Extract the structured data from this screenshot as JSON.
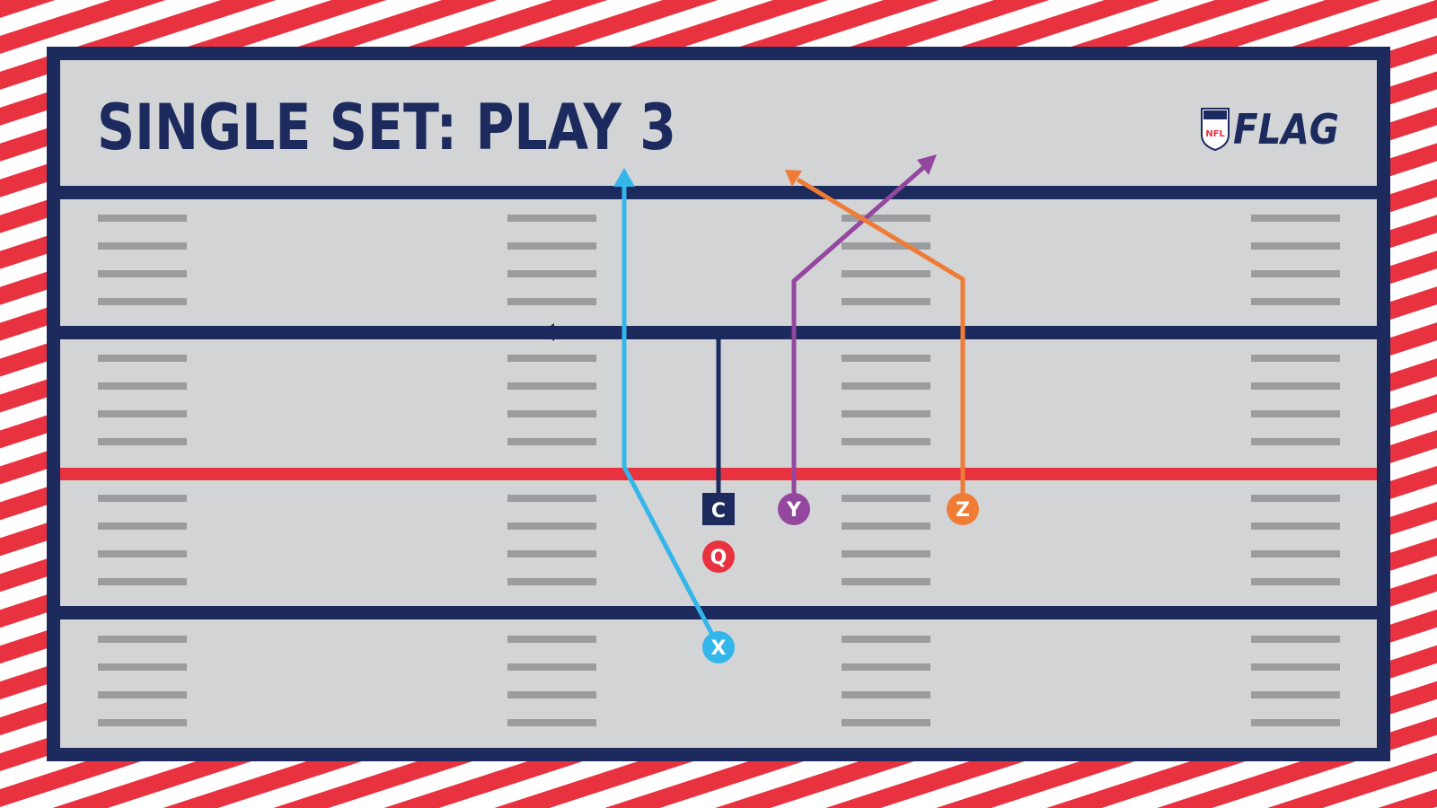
{
  "title": "SINGLE SET: PLAY 3",
  "logo": {
    "shield_text": "NFL",
    "wordmark": "FLAG"
  },
  "colors": {
    "navy": "#1c2a5e",
    "field": "#d3d4d6",
    "stripe_red": "#e8323f",
    "hash": "#9b9c9e",
    "X": "#33b6ea",
    "Y": "#94479e",
    "Z": "#ef7b35",
    "Q": "#e8323f",
    "C": "#1c2a5e"
  },
  "players": [
    {
      "id": "C",
      "label": "C",
      "shape": "square",
      "color": "#1c2a5e"
    },
    {
      "id": "Q",
      "label": "Q",
      "shape": "circle",
      "color": "#e8323f"
    },
    {
      "id": "Y",
      "label": "Y",
      "shape": "circle",
      "color": "#94479e"
    },
    {
      "id": "Z",
      "label": "Z",
      "shape": "circle",
      "color": "#ef7b35"
    },
    {
      "id": "X",
      "label": "X",
      "shape": "circle",
      "color": "#33b6ea"
    }
  ]
}
